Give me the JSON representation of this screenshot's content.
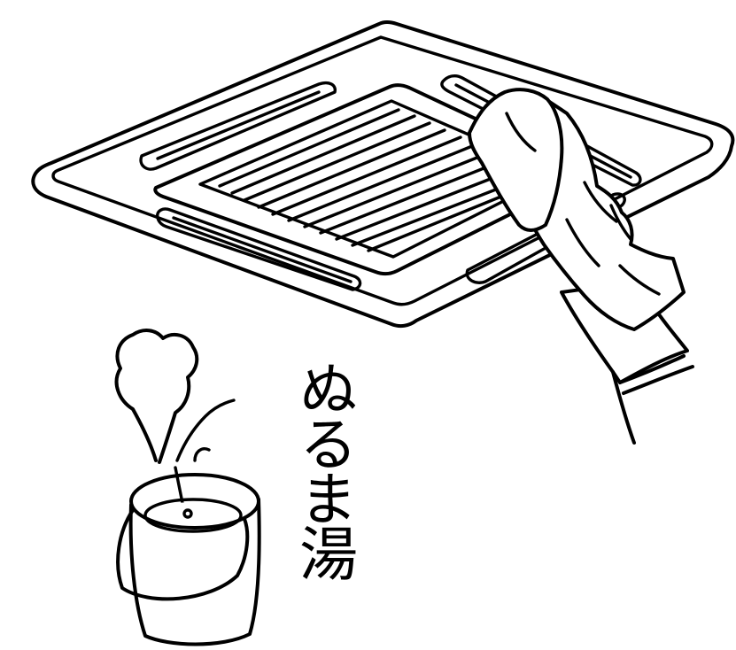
{
  "illustration": {
    "caption": "ぬるま湯",
    "ink_color": "#000000",
    "background_color": "#ffffff",
    "icons": [
      "ceiling-ac-panel",
      "gloved-hand-with-cloth",
      "bucket",
      "steam"
    ]
  }
}
